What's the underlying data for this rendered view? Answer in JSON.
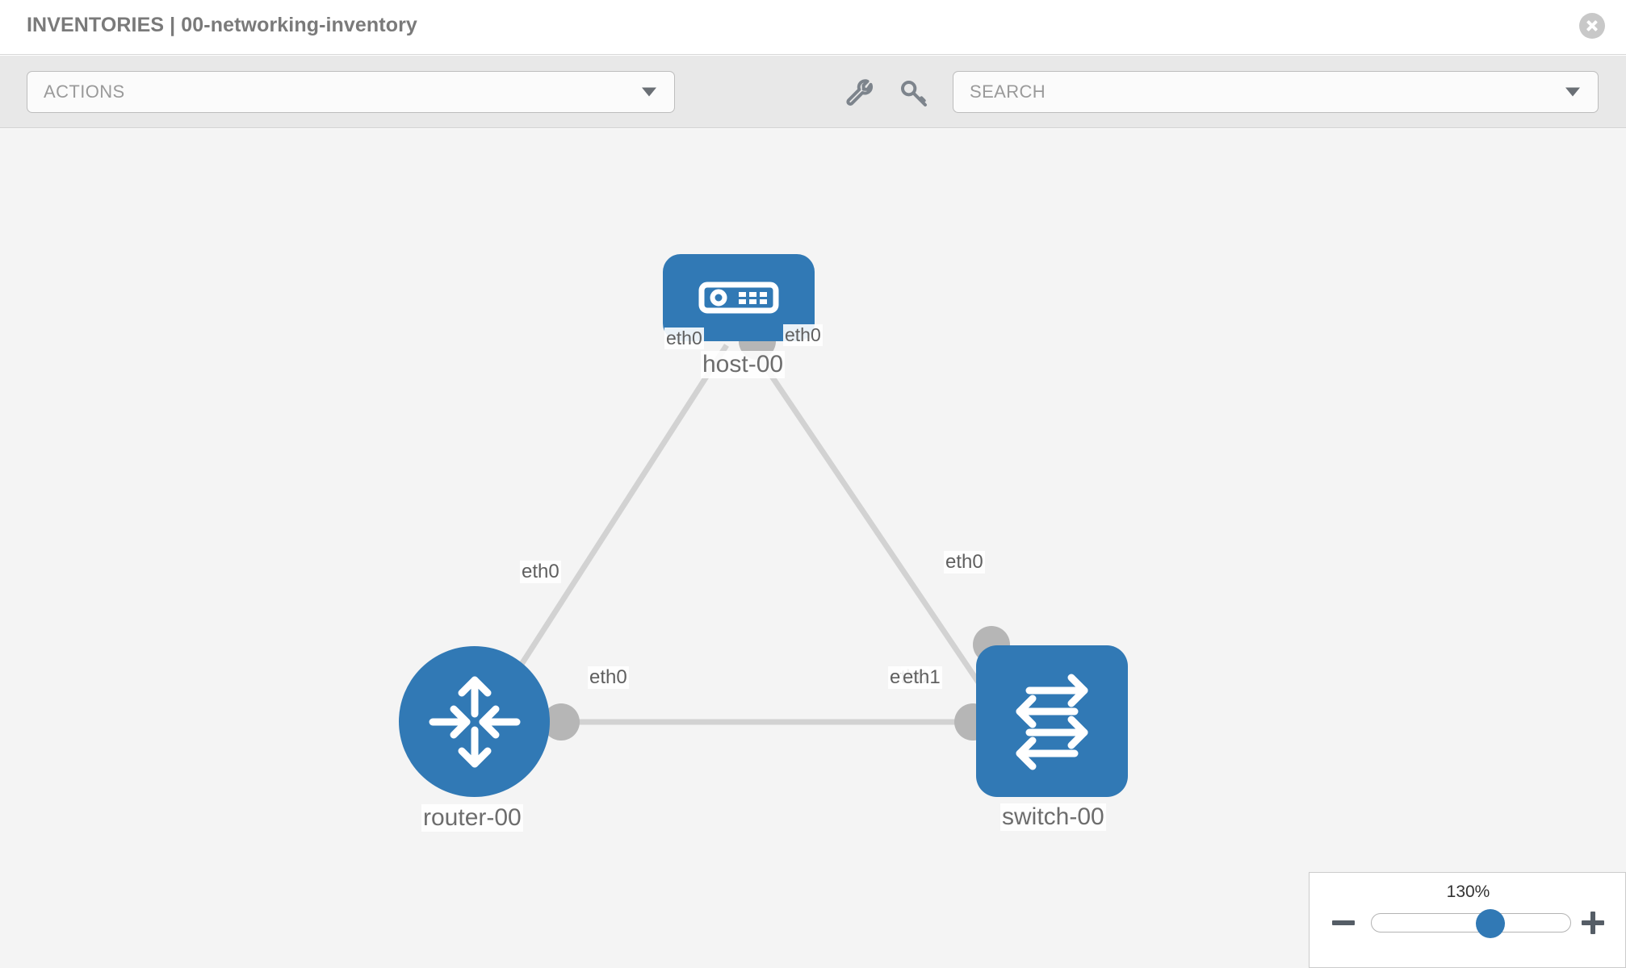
{
  "header": {
    "title": "INVENTORIES | 00-networking-inventory",
    "close_icon": "close-icon"
  },
  "toolbar": {
    "actions_label": "ACTIONS",
    "actions_caret_icon": "chevron-down-icon",
    "wrench_icon": "wrench-icon",
    "key_icon": "key-icon",
    "search_placeholder": "SEARCH",
    "search_caret_icon": "chevron-down-icon"
  },
  "topology": {
    "nodes": [
      {
        "id": "host-00",
        "label": "host-00",
        "icon": "server-icon",
        "shape": "rounded-rect",
        "color": "#3179b5"
      },
      {
        "id": "router-00",
        "label": "router-00",
        "icon": "router-arrows-icon",
        "shape": "circle",
        "color": "#3179b5"
      },
      {
        "id": "switch-00",
        "label": "switch-00",
        "icon": "switch-arrows-icon",
        "shape": "rounded-square",
        "color": "#3179b5"
      }
    ],
    "link_labels": {
      "host_left": "eth0",
      "host_right": "eth0",
      "router_up": "eth0",
      "switch_up": "eth0",
      "router_right": "eth0",
      "switch_left_a": "eth0",
      "switch_left_b": "eth1"
    },
    "link_color": "#d2d2d2",
    "port_color": "#b6b6b6"
  },
  "zoom": {
    "value": "130%",
    "minus_label": "minus-icon",
    "plus_label": "plus-icon"
  },
  "colors": {
    "accent": "#3179b5",
    "canvas_bg": "#f4f4f4",
    "toolbar_bg": "#e8e8e8"
  }
}
